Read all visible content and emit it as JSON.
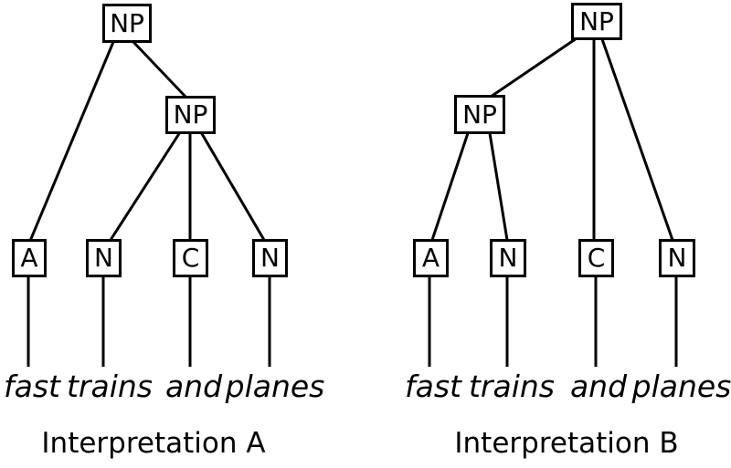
{
  "diagram": {
    "background_color": "#ffffff",
    "line_color": "#000000",
    "sentence_words": [
      "fast",
      "trains",
      "and",
      "planes"
    ],
    "trees": [
      {
        "id": "A",
        "caption": "Interpretation A",
        "nodes": {
          "root": "NP",
          "inner": "NP"
        },
        "leaves": [
          "A",
          "N",
          "C",
          "N"
        ],
        "words": [
          "fast",
          "trains",
          "and",
          "planes"
        ],
        "structure": "root NP dominates A and inner NP; inner NP dominates N, C, N"
      },
      {
        "id": "B",
        "caption": "Interpretation B",
        "nodes": {
          "root": "NP",
          "inner": "NP"
        },
        "leaves": [
          "A",
          "N",
          "C",
          "N"
        ],
        "words": [
          "fast",
          "trains",
          "and",
          "planes"
        ],
        "structure": "root NP dominates inner NP, C and N; inner NP dominates A, N"
      }
    ]
  }
}
